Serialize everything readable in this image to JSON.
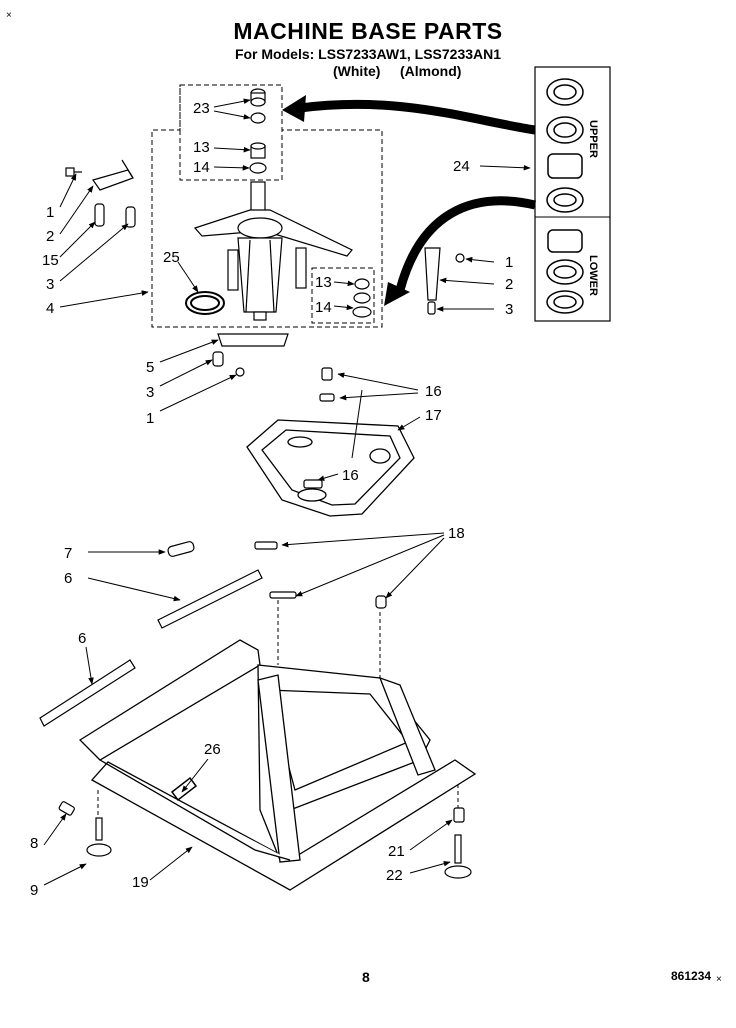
{
  "header": {
    "title": "MACHINE BASE PARTS",
    "models": "For Models: LSS7233AW1, LSS7233AN1",
    "variant_white": "(White)",
    "variant_almond": "(Almond)",
    "corner_mark": "×"
  },
  "footer": {
    "page": "8",
    "code": "861234",
    "corner_mark": "×"
  },
  "inset": {
    "upper": "UPPER",
    "lower": "LOWER"
  },
  "callouts": {
    "c23": "23",
    "c13a": "13",
    "c14a": "14",
    "c1a": "1",
    "c2a": "2",
    "c15": "15",
    "c3a": "3",
    "c4": "4",
    "c25": "25",
    "c13b": "13",
    "c14b": "14",
    "c24": "24",
    "c1b": "1",
    "c2b": "2",
    "c3b": "3",
    "c5": "5",
    "c3c": "3",
    "c1c": "1",
    "c16a": "16",
    "c17": "17",
    "c16b": "16",
    "c7": "7",
    "c6a": "6",
    "c18": "18",
    "c6b": "6",
    "c26": "26",
    "c8": "8",
    "c9": "9",
    "c19": "19",
    "c21": "21",
    "c22": "22"
  }
}
